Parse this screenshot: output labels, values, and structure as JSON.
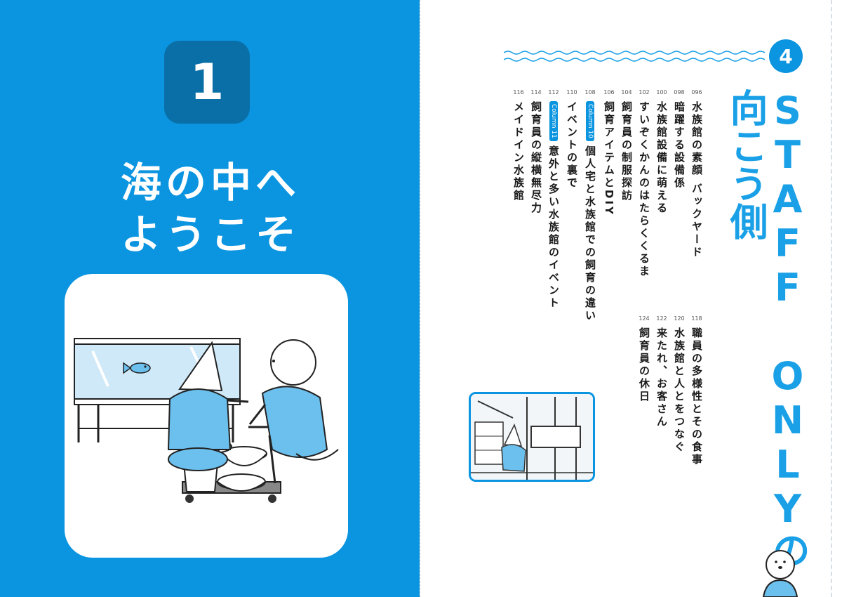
{
  "chapter": {
    "number": "1",
    "title_line1": "海の中へ",
    "title_line2": "ようこそ"
  },
  "part": {
    "number": "4",
    "title_col1": "STAFF ONLYの",
    "title_col2": "向こう側"
  },
  "toc_top": [
    {
      "page": "096",
      "title": "水族館の素顔 バックヤード"
    },
    {
      "page": "098",
      "title": "暗躍する設備係"
    },
    {
      "page": "100",
      "title": "水族館設備に萌える"
    },
    {
      "page": "102",
      "title": "すいぞくかんのはたらくくるま"
    },
    {
      "page": "104",
      "title": "飼育員の制服探訪"
    },
    {
      "page": "106",
      "title": "飼育アイテムとDIY"
    },
    {
      "page": "108",
      "tag": "Column 10",
      "title": "個人宅と水族館での飼育の違い"
    },
    {
      "page": "110",
      "title": "イベントの裏で"
    },
    {
      "page": "112",
      "tag": "Column 11",
      "title": "意外と多い水族館のイベント"
    },
    {
      "page": "114",
      "title": "飼育員の縦横無尽力"
    },
    {
      "page": "116",
      "title": "メイドイン水族館"
    }
  ],
  "toc_bottom": [
    {
      "page": "118",
      "title": "職員の多様性とその食事"
    },
    {
      "page": "120",
      "title": "水族館と人とをつなぐ"
    },
    {
      "page": "122",
      "title": "来たれ、お客さん"
    },
    {
      "page": "124",
      "title": "飼育員の休日"
    }
  ],
  "colors": {
    "left_background": "#0b94e0",
    "badge_dark": "#0a6fa6",
    "accent": "#1aa0e6",
    "shirt": "#6cc0ee"
  },
  "icons": [
    "wave-line-icon",
    "mascot-icon"
  ]
}
